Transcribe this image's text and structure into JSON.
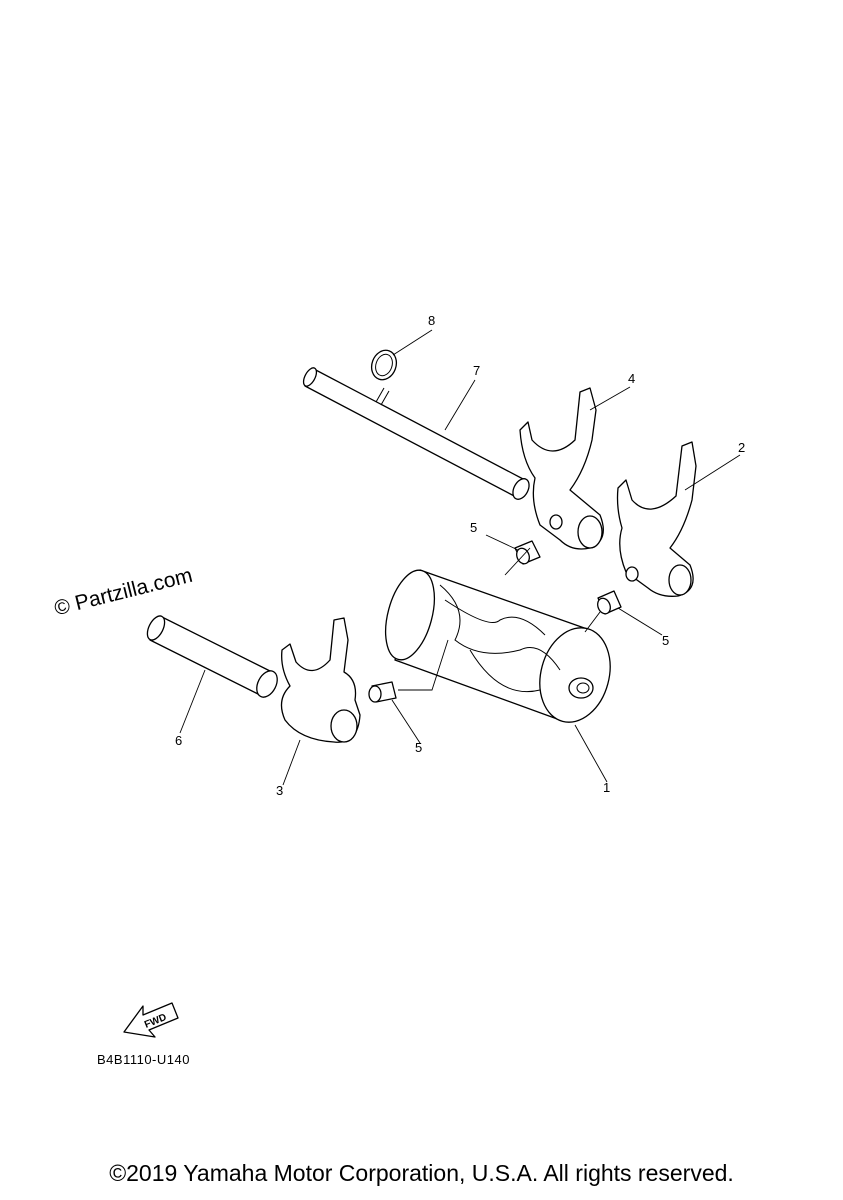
{
  "diagram": {
    "watermark": "© Partzilla.com",
    "diagram_code": "B4B1110-U140",
    "copyright": "©2019 Yamaha Motor Corporation, U.S.A. All rights reserved.",
    "fwd_label": "FWD",
    "callouts": {
      "c1": "1",
      "c2": "2",
      "c3": "3",
      "c4": "4",
      "c5a": "5",
      "c5b": "5",
      "c5c": "5",
      "c6": "6",
      "c7": "7",
      "c8": "8"
    }
  }
}
